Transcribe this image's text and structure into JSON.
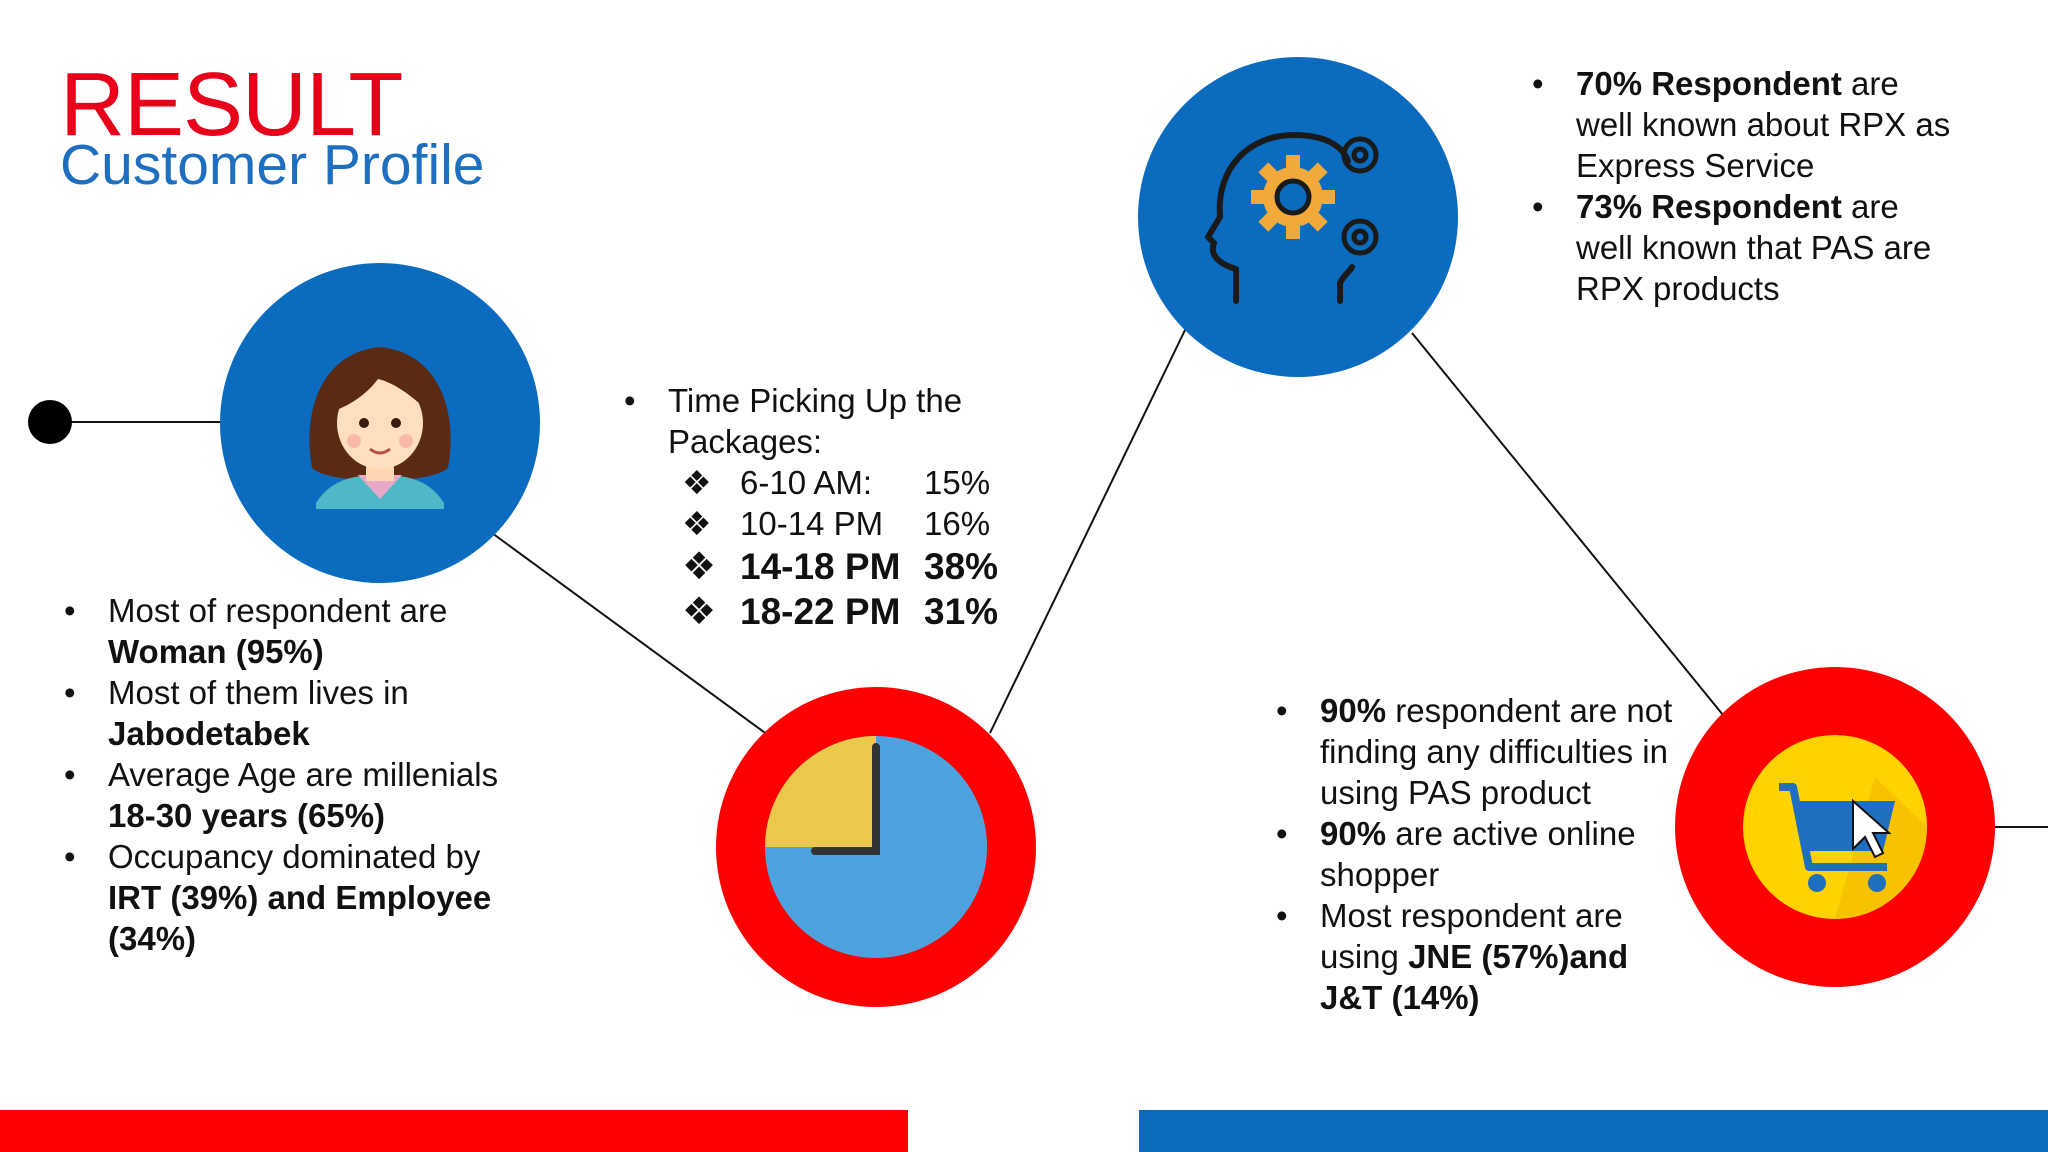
{
  "colors": {
    "red": "#ff0000",
    "blue": "#0b6bbf",
    "title_red": "#e8001a",
    "title_blue": "#1f6fc1",
    "pie_blue": "#4ea3de",
    "pie_yellow": "#ecc94b",
    "cart_yellow": "#ffd200"
  },
  "title": {
    "line1": "RESULT",
    "line2": "Customer Profile"
  },
  "icons": {
    "woman": "woman-avatar-icon",
    "clock": "clock-pie-icon",
    "brain": "head-gears-icon",
    "cart": "shopping-cart-icon"
  },
  "profile": {
    "items": [
      {
        "text": "Most of respondent are",
        "bold": "Woman (95%)"
      },
      {
        "text": "Most of them lives in",
        "bold": "Jabodetabek"
      },
      {
        "text": "Average Age are millenials",
        "bold": "18-30 years (65%)"
      },
      {
        "text": "Occupancy dominated by",
        "bold": "IRT (39%) and Employee (34%)"
      }
    ]
  },
  "pickup": {
    "heading": "Time Picking Up the Packages:",
    "glyph": "❖",
    "slots": [
      {
        "label": "6-10 AM:",
        "value": "15%"
      },
      {
        "label": "10-14 PM",
        "value": "16%"
      },
      {
        "label": "14-18 PM",
        "value": "38%"
      },
      {
        "label": "18-22 PM",
        "value": "31%"
      }
    ]
  },
  "awareness": {
    "items": [
      {
        "bold": "70% Respondent",
        "text": " are well known about RPX as Express Service"
      },
      {
        "bold": "73% Respondent",
        "text": " are well known that PAS are RPX products"
      }
    ]
  },
  "usage": {
    "items": [
      {
        "bold": "90%",
        "text": " respondent are not finding any difficulties in using PAS product"
      },
      {
        "bold": "90%",
        "text": " are active online shopper"
      },
      {
        "text": "Most respondent  are using ",
        "bold": "JNE (57%)and J&T (14%)"
      }
    ]
  }
}
